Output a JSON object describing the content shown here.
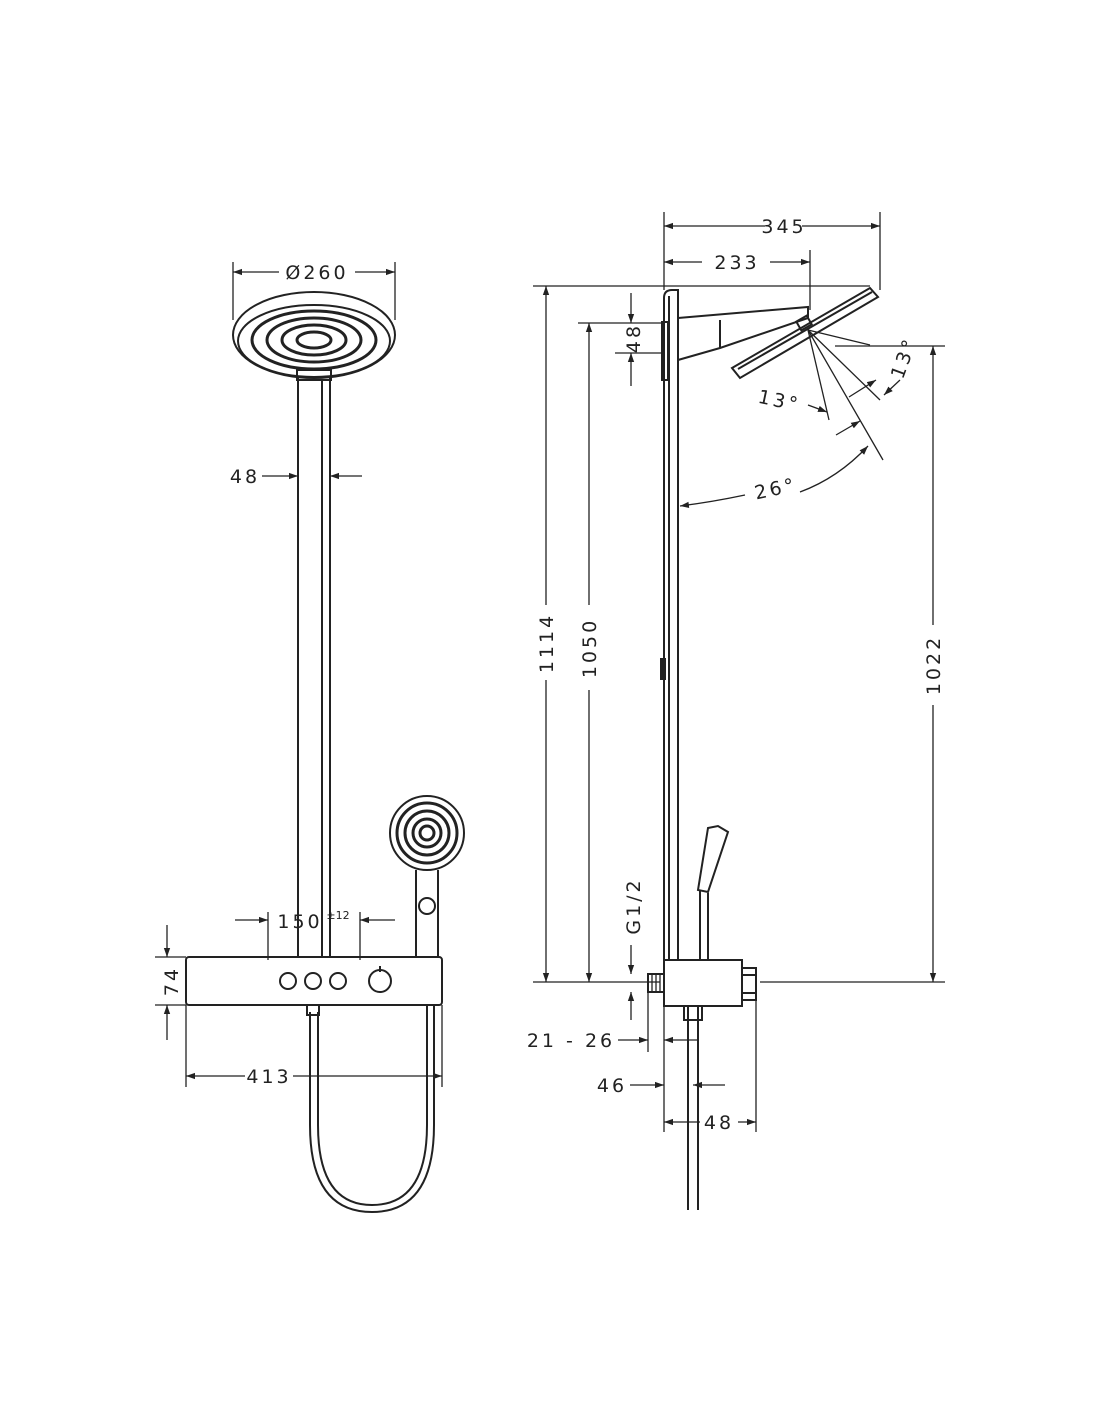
{
  "front_view": {
    "dim_head_diameter": "Ø260",
    "dim_pipe_width": "48",
    "dim_outlet_spacing": "150",
    "dim_outlet_spacing_tol": "±12",
    "dim_thermostat_height": "74",
    "dim_total_width": "413"
  },
  "side_view": {
    "dim_arm_345": "345",
    "dim_arm_233": "233",
    "dim_top_48": "48",
    "dim_height_1114": "1114",
    "dim_height_1050": "1050",
    "dim_height_1022": "1022",
    "dim_thread": "G1/2",
    "dim_offset_range": "21 - 26",
    "dim_depth_46": "46",
    "dim_depth_48": "48",
    "angle_13a": "13°",
    "angle_13b": "13°",
    "angle_26": "26°"
  },
  "colors": {
    "line": "#222222",
    "background": "#ffffff"
  }
}
